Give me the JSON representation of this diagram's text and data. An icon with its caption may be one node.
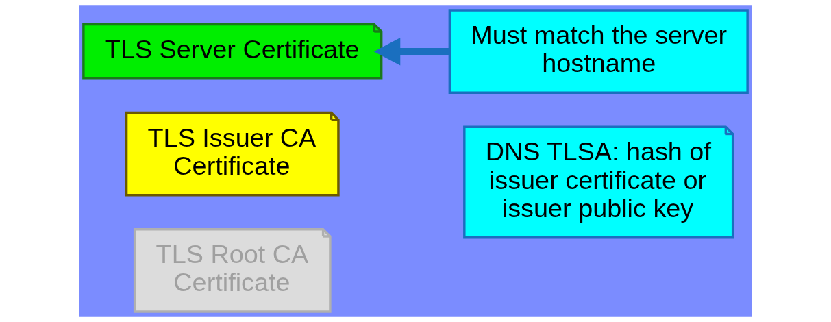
{
  "diagram": {
    "nodes": [
      {
        "text": [
          "TLS Root CA Certificate"
        ]
      },
      {
        "text": [
          "TLS Issuer CA Certificate"
        ]
      },
      {
        "text": [
          "DNS TLSA: hash of issuer certificate or issuer public key"
        ]
      },
      {
        "text": [
          "TLS Server Certificate"
        ]
      },
      {
        "text": [
          "Must match the server hostname"
        ]
      }
    ],
    "edges": [
      {
        "from": 4,
        "to": 3,
        "arrow": "to"
      }
    ]
  }
}
